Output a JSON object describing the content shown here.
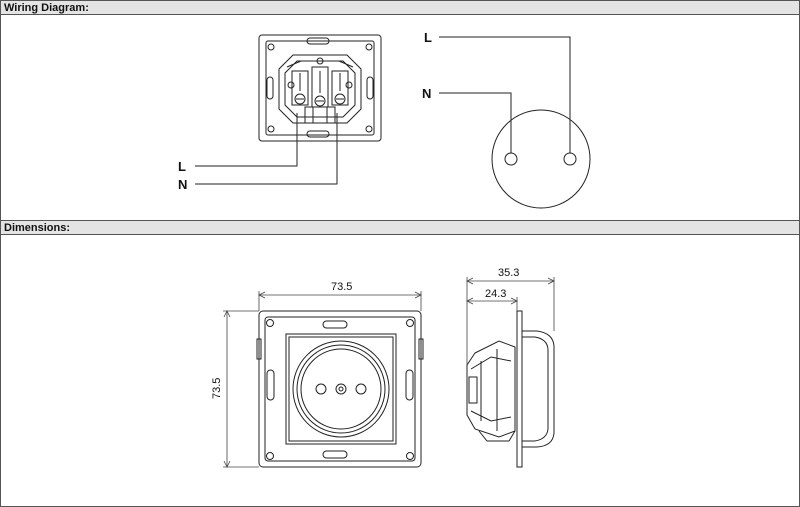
{
  "sections": {
    "wiring": {
      "title": "Wiring Diagram:"
    },
    "dimensions": {
      "title": "Dimensions:"
    }
  },
  "wiring": {
    "left_device": {
      "label_l": "L",
      "label_n": "N"
    },
    "right_schematic": {
      "label_l": "L",
      "label_n": "N"
    }
  },
  "dimensions": {
    "front_width": "73.5",
    "front_height": "73.5",
    "side_total_depth": "35.3",
    "side_body_depth": "24.3"
  }
}
